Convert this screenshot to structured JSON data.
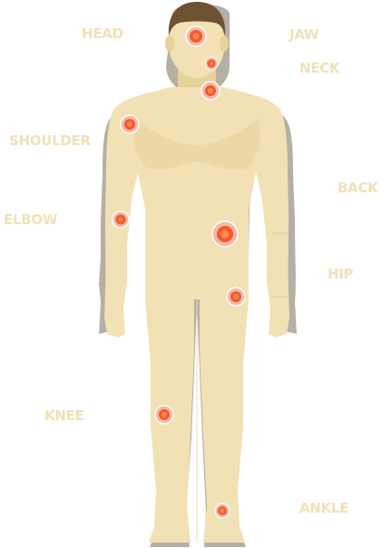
{
  "labels": {
    "head": "HEAD",
    "jaw": "JAW",
    "neck": "NECK",
    "shoulder": "SHOULDER",
    "back": "BACK",
    "elbow": "ELBOW",
    "hip": "HIP",
    "knee": "KNEE",
    "ankle": "ANKLE"
  },
  "colors": {
    "skin": "#f1e1b4",
    "skin_shade": "#e8d29b",
    "hair": "#6e5233",
    "shadow": "#b5b0a6",
    "label": "#f0e1b6",
    "marker_outer": "#f6b7a6",
    "marker_inner": "#f45a2e",
    "marker_core": "#ff8a55"
  }
}
